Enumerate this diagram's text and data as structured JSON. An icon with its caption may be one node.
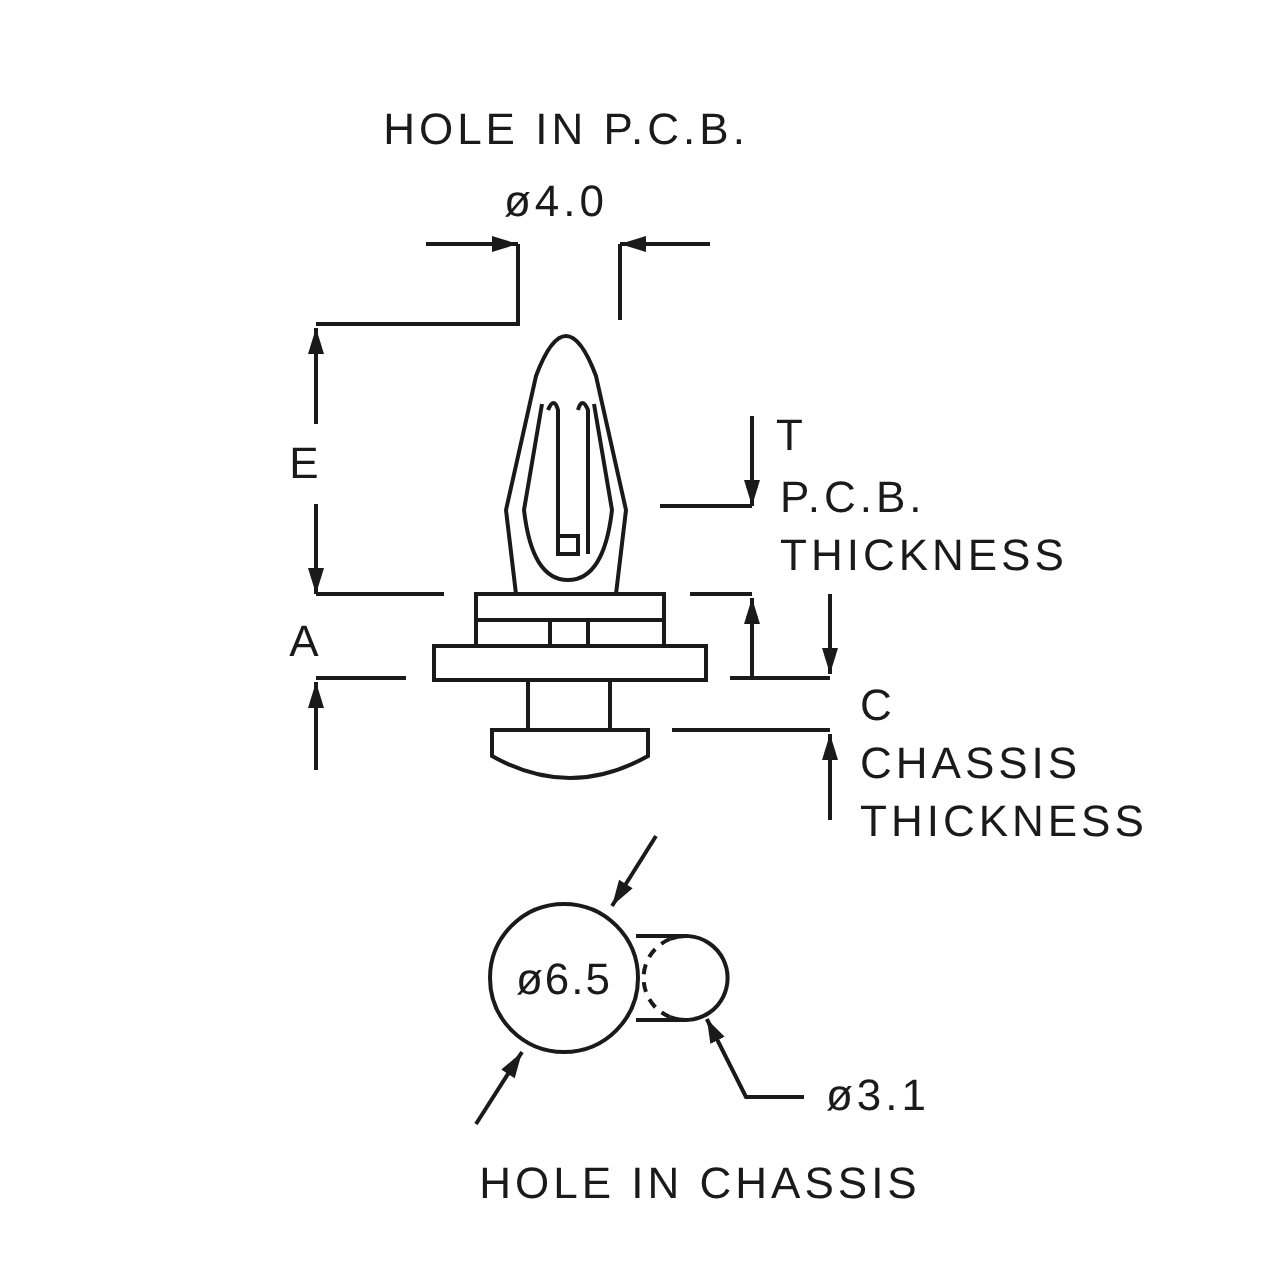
{
  "diagram": {
    "nodes": [
      {
        "text": [
          "ø6.5"
        ]
      },
      {
        "text": [],
        "shape": "circle"
      },
      {
        "text": [
          "ø3.1"
        ]
      }
    ],
    "edges": [
      {
        "from": 2,
        "to": 1,
        "arrow": "to"
      }
    ],
    "labels": [
      "HOLE IN P.C.B.",
      "ø4.0",
      "E",
      "T",
      "P.C.B. THICKNESS",
      "A",
      "C",
      "CHASSIS THICKNESS",
      "HOLE IN CHASSIS"
    ]
  }
}
